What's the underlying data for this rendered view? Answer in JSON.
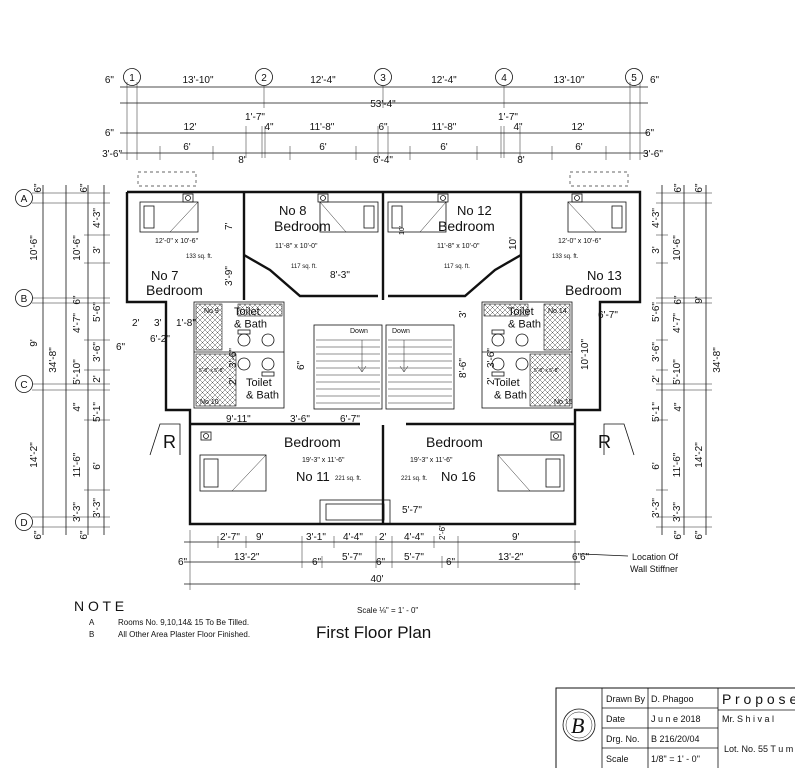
{
  "plan": {
    "title": "First Floor Plan",
    "scale_label": "Scale ⅛\" = 1' - 0\"",
    "grid_cols": [
      "1",
      "2",
      "3",
      "4",
      "5"
    ],
    "grid_rows": [
      "A",
      "B",
      "C",
      "D"
    ],
    "top_dims": {
      "row1": [
        "6\"",
        "13'-10\"",
        "12'-4\"",
        "12'-4\"",
        "13'-10\"",
        "6\""
      ],
      "overall": "53'-4\"",
      "row3": [
        "6\"",
        "12'",
        "1'-7\"",
        "4\"",
        "11'-8\"",
        "6\"",
        "11'-8\"",
        "1'-7\"",
        "4\"",
        "12'",
        "6\""
      ],
      "row4": [
        "3'-6\"",
        "6'",
        "8'",
        "6'",
        "6'-4\"",
        "6'",
        "8'",
        "6'",
        "3'-6\""
      ]
    },
    "left_dims": {
      "outer": [
        "6\"",
        "10'-6\"",
        "9'",
        "34'-8\"",
        "14'-2\"",
        "6\""
      ],
      "mid": [
        "6\"",
        "10'-6\"",
        "6\"",
        "4'-7\"",
        "5'-10\"",
        "4\"",
        "11'-6\"",
        "3'-3\"",
        "6\""
      ],
      "inner": [
        "4'-3\"",
        "3'",
        "5'-6\"",
        "3'-6\"",
        "2'",
        "5'-1\"",
        "6'",
        "3'-3\""
      ]
    },
    "right_dims": {
      "outer": [
        "6\"",
        "10'-6\"",
        "6\"",
        "4'-7\"",
        "5'-10\"",
        "4\"",
        "11'-6\"",
        "3'-3\"",
        "6\""
      ],
      "far": [
        "6\"",
        "9'",
        "34'-8\"",
        "14'-2\"",
        "6\""
      ],
      "inner": [
        "4'-3\"",
        "3'",
        "5'-6\"",
        "3'-6\"",
        "2'",
        "5'-1\"",
        "6'",
        "3'-3\""
      ]
    },
    "interior_dims": [
      "7'",
      "3'-9\"",
      "8'-3\"",
      "2'",
      "3'",
      "1'-8\"",
      "6'-2\"",
      "6\"",
      "9'-11\"",
      "3'-6\"",
      "6'-7\"",
      "6'-7\"",
      "10'-10\"",
      "3'",
      "8'-6\"",
      "10'",
      "10'",
      "6\"",
      "3'-6\"",
      "3'-6\"",
      "2'",
      "2'",
      "5'-7\""
    ],
    "bottom_dims": {
      "row1": [
        "2'-7\"",
        "9'",
        "3'-1\"",
        "4'-4\"",
        "2'",
        "4'-4\"",
        "2'-6\"",
        "9'"
      ],
      "row2": [
        "6\"",
        "13'-2\"",
        "6\"",
        "5'-7\"",
        "6\"",
        "5'-7\"",
        "6\"",
        "13'-2\"",
        "6\"",
        "6\""
      ],
      "overall": "40'"
    },
    "rooms": [
      {
        "no": "No 7",
        "name": "Bedroom",
        "size": "12'-0\" x 10'-6\"",
        "area": "133 sq. ft."
      },
      {
        "no": "No 8",
        "name": "Bedroom",
        "size": "11'-8\" x 10'-0\"",
        "area": "117 sq. ft."
      },
      {
        "no": "No 12",
        "name": "Bedroom",
        "size": "11'-8\" x 10'-0\"",
        "area": "117 sq. ft."
      },
      {
        "no": "No 13",
        "name": "Bedroom",
        "size": "12'-0\" x 10'-6\"",
        "area": "133 sq. ft."
      },
      {
        "no": "No 11",
        "name": "Bedroom",
        "size": "19'-3\" x 11'-6\"",
        "area": "221 sq. ft."
      },
      {
        "no": "No 16",
        "name": "Bedroom",
        "size": "19'-3\" x 11'-6\"",
        "area": "221 sq. ft."
      }
    ],
    "toilets": {
      "left_upper_no": "No 9",
      "left_upper_label": "Toilet\n& Bath",
      "left_lower_no": "No 10",
      "left_lower_label": "Toilet\n& Bath",
      "right_upper_no": "No 14",
      "right_upper_label": "Toilet\n& Bath",
      "right_lower_no": "No 15",
      "right_lower_label": "Toilet\n& Bath",
      "tile_size": "5'-8\" x 5'-8\""
    },
    "stairs_label": "Down",
    "r_markers": [
      "R",
      "R"
    ],
    "stiffener_note": "Location Of\nWall Stiffner"
  },
  "notes": {
    "heading": "N O T E",
    "items": [
      {
        "key": "A",
        "text": "Rooms No. 9,10,14& 15 To Be Tilled."
      },
      {
        "key": "B",
        "text": "All Other Area Plaster Floor Finished."
      }
    ]
  },
  "title_block": {
    "rows": [
      {
        "label": "Drawn By",
        "value": "D. Phagoo"
      },
      {
        "label": "Date",
        "value": "J u n e   2018"
      },
      {
        "label": "Drg. No.",
        "value": "B 216/20/04"
      },
      {
        "label": "Scale",
        "value": "1/8\" = 1' - 0\""
      }
    ],
    "project_head": "P r o p o s e",
    "client": "Mr. S h i v a l",
    "lot": "Lot. No. 55  T u m"
  }
}
